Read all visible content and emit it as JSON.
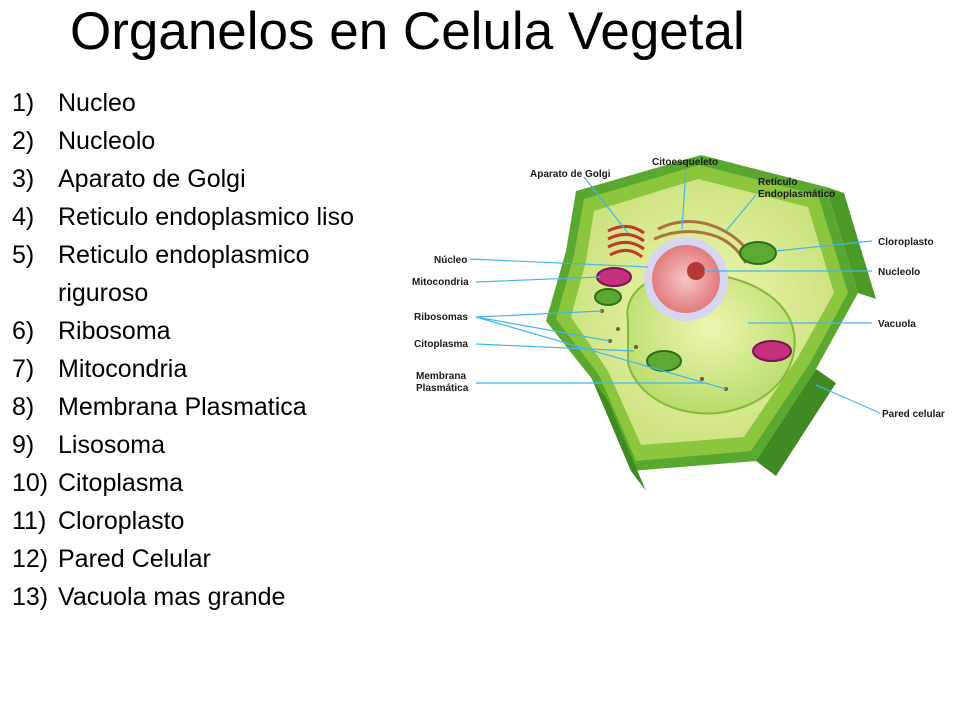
{
  "title": "Organelos en Celula Vegetal",
  "organelles": [
    {
      "num": "1)",
      "name": "Nucleo"
    },
    {
      "num": "2)",
      "name": "Nucleolo"
    },
    {
      "num": "3)",
      "name": "Aparato de Golgi"
    },
    {
      "num": "4)",
      "name": "Reticulo endoplasmico liso"
    },
    {
      "num": "5)",
      "name": "Reticulo endoplasmico riguroso"
    },
    {
      "num": "6)",
      "name": "Ribosoma"
    },
    {
      "num": "7)",
      "name": "Mitocondria"
    },
    {
      "num": "8)",
      "name": "Membrana Plasmatica"
    },
    {
      "num": "9)",
      "name": "Lisosoma"
    },
    {
      "num": "10)",
      "name": "Citoplasma"
    },
    {
      "num": "11)",
      "name": "Cloroplasto"
    },
    {
      "num": "12)",
      "name": "Pared Celular"
    },
    {
      "num": "13)",
      "name": "Vacuola mas grande"
    }
  ],
  "diagram": {
    "labels": {
      "golgi": "Aparato de Golgi",
      "citoesqueleto": "Citoesqueleto",
      "reticulo_1": "Retículo",
      "reticulo_2": "Endoplasmático",
      "nucleo": "Núcleo",
      "mitocondria": "Mitocondria",
      "ribosomas": "Ribosomas",
      "citoplasma": "Citoplasma",
      "membrana_1": "Membrana",
      "membrana_2": "Plasmática",
      "cloroplasto": "Cloroplasto",
      "nucleolo": "Nucleolo",
      "vacuola": "Vacuola",
      "pared": "Pared celular"
    }
  }
}
